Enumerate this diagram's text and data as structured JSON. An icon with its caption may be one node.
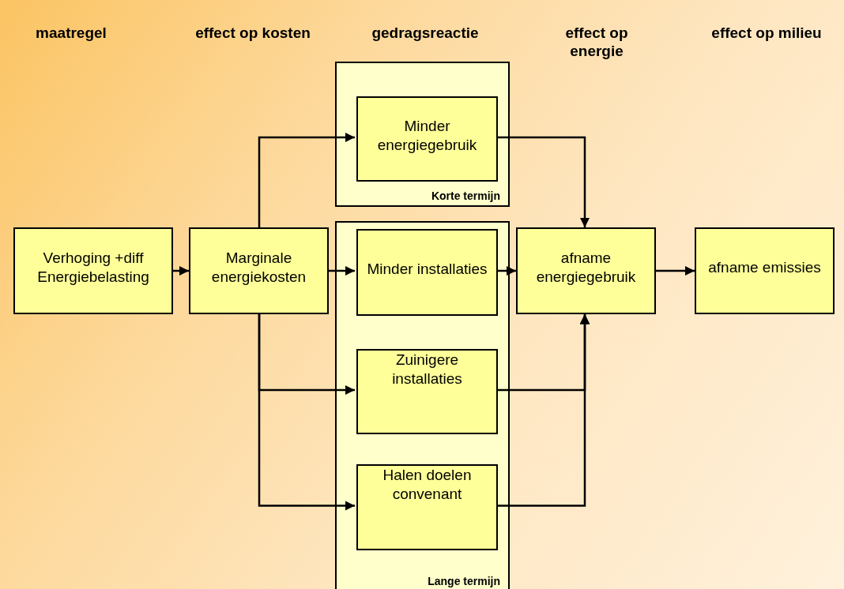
{
  "diagram": {
    "nodes": [
      {
        "text": [
          "Verhoging +diff Energiebelasting"
        ]
      },
      {
        "text": [
          "Marginale energiekosten"
        ]
      },
      {
        "text": [
          "Korte termijn"
        ]
      },
      {
        "text": [
          "Minder energiegebruik"
        ],
        "in": 2
      },
      {
        "text": [
          "Lange termijn"
        ]
      },
      {
        "text": [
          "Minder installaties"
        ],
        "in": 4
      },
      {
        "text": [
          "Zuinigere installaties"
        ],
        "in": 4
      },
      {
        "text": [
          "Halen doelen convenant"
        ],
        "in": 4
      },
      {
        "text": [
          "afname energiegebruik"
        ]
      },
      {
        "text": [
          "afname emissies"
        ]
      }
    ],
    "edges": [
      {
        "from": 0,
        "to": 1,
        "arrow": "to"
      },
      {
        "from": 1,
        "to": 3,
        "arrow": "to"
      },
      {
        "from": 1,
        "to": 5,
        "arrow": "to"
      },
      {
        "from": 1,
        "to": 6,
        "arrow": "to"
      },
      {
        "from": 1,
        "to": 7,
        "arrow": "to"
      },
      {
        "from": 3,
        "to": 8,
        "arrow": "to"
      },
      {
        "from": 5,
        "to": 8,
        "arrow": "to"
      },
      {
        "from": 6,
        "to": 8,
        "arrow": "to"
      },
      {
        "from": 7,
        "to": 8,
        "arrow": "to"
      },
      {
        "from": 8,
        "to": 9,
        "arrow": "to"
      }
    ],
    "labels": [
      "maatregel",
      "effect op kosten",
      "gedragsreactie",
      "effect op energie",
      "effect op milieu"
    ]
  }
}
